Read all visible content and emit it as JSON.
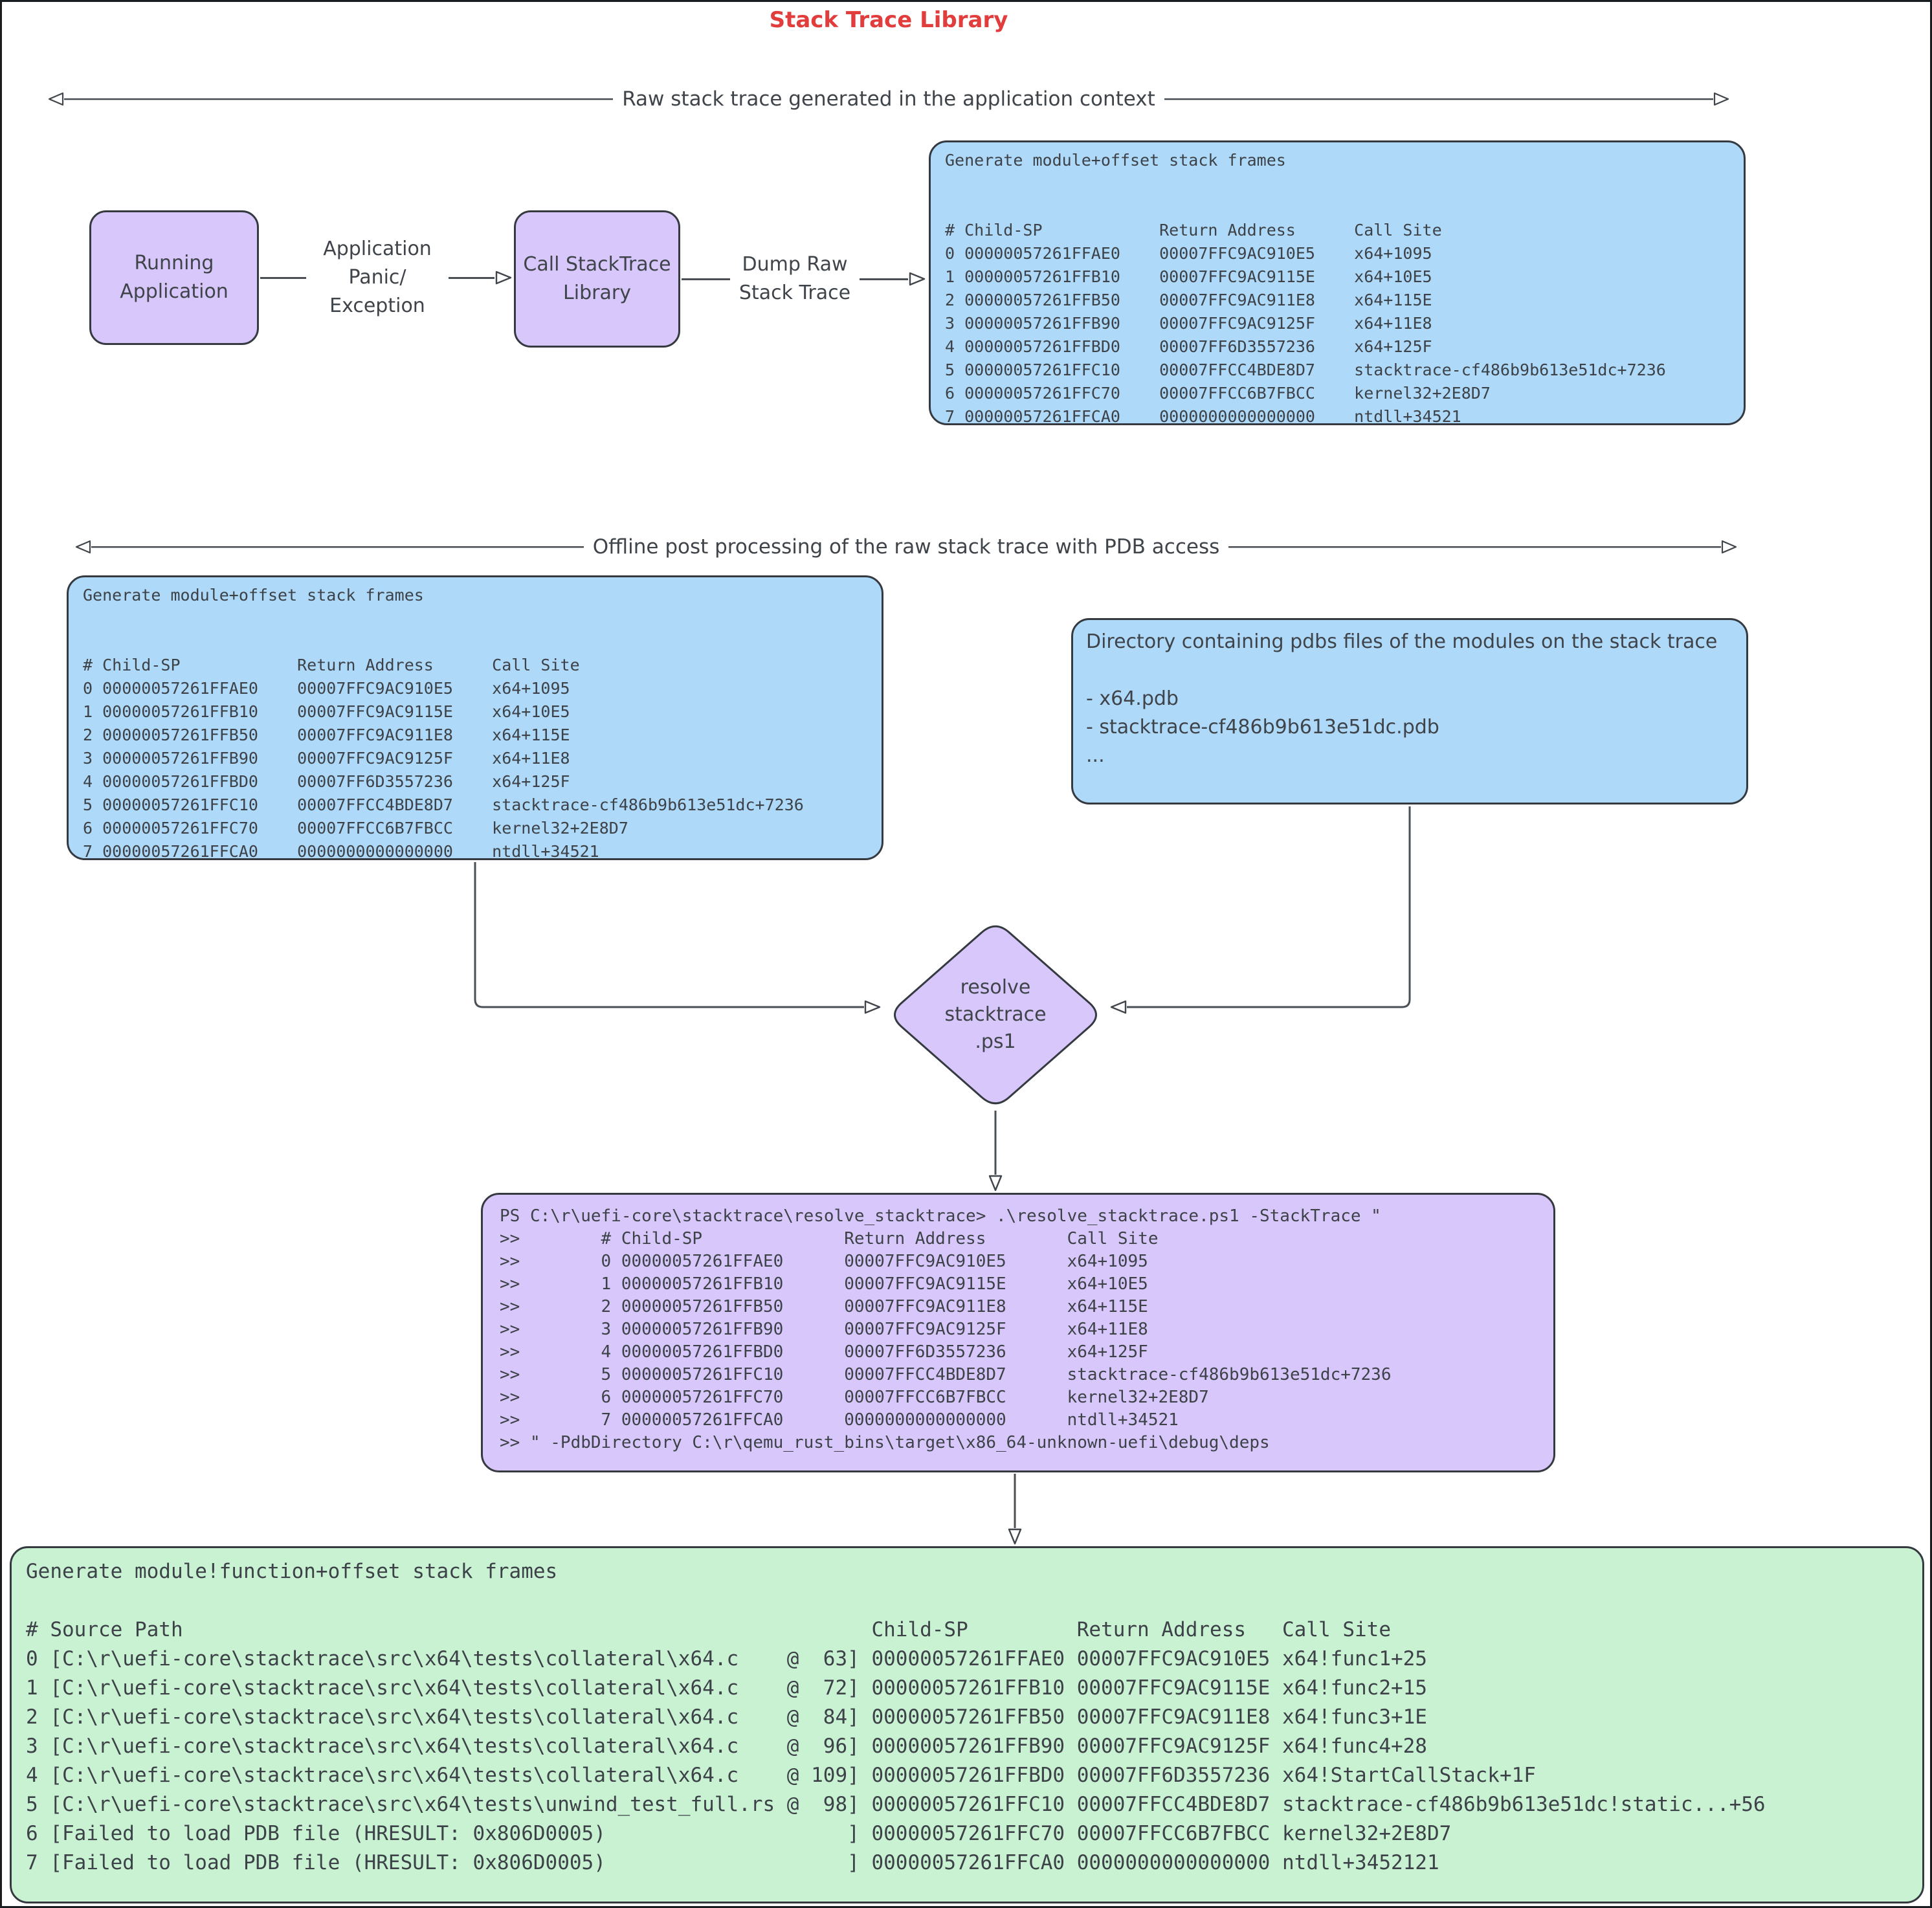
{
  "title": "Stack Trace Library",
  "sections": {
    "raw": "Raw stack trace generated in the application context",
    "offline": "Offline post processing of the raw stack trace with PDB access"
  },
  "flow": {
    "running_app": "Running Application",
    "panic_edge": "Application Panic/ Exception",
    "call_lib": "Call StackTrace Library",
    "dump_edge": "Dump Raw Stack Trace"
  },
  "trace_table": {
    "title": "Generate module+offset stack frames",
    "headers": [
      "#",
      "Child-SP",
      "Return Address",
      "Call Site"
    ],
    "rows": [
      [
        "0",
        "00000057261FFAE0",
        "00007FFC9AC910E5",
        "x64+1095"
      ],
      [
        "1",
        "00000057261FFB10",
        "00007FFC9AC9115E",
        "x64+10E5"
      ],
      [
        "2",
        "00000057261FFB50",
        "00007FFC9AC911E8",
        "x64+115E"
      ],
      [
        "3",
        "00000057261FFB90",
        "00007FFC9AC9125F",
        "x64+11E8"
      ],
      [
        "4",
        "00000057261FFBD0",
        "00007FF6D3557236",
        "x64+125F"
      ],
      [
        "5",
        "00000057261FFC10",
        "00007FFCC4BDE8D7",
        "stacktrace-cf486b9b613e51dc+7236"
      ],
      [
        "6",
        "00000057261FFC70",
        "00007FFCC6B7FBCC",
        "kernel32+2E8D7"
      ],
      [
        "7",
        "00000057261FFCA0",
        "0000000000000000",
        "ntdll+34521"
      ]
    ]
  },
  "pdb_box": {
    "text": "Directory containing pdbs files of the modules on the stack trace",
    "items": [
      "- x64.pdb",
      "- stacktrace-cf486b9b613e51dc.pdb",
      "..."
    ]
  },
  "diamond": {
    "label": "resolve\nstacktrace\n.ps1"
  },
  "terminal": {
    "prompt_line": "PS C:\\r\\uefi-core\\stacktrace\\resolve_stacktrace> .\\resolve_stacktrace.ps1 -StackTrace \"",
    "continuation_prefix": ">>",
    "closing_line": ">> \" -PdbDirectory C:\\r\\qemu_rust_bins\\target\\x86_64-unknown-uefi\\debug\\deps"
  },
  "resolved_table": {
    "title": "Generate module!function+offset stack frames",
    "headers": [
      "#",
      "Source Path",
      "Child-SP",
      "Return Address",
      "Call Site"
    ],
    "rows": [
      {
        "idx": "0",
        "source": "C:\\r\\uefi-core\\stacktrace\\src\\x64\\tests\\collateral\\x64.c",
        "line": "63",
        "child_sp": "00000057261FFAE0",
        "ret": "00007FFC9AC910E5",
        "site": "x64!func1+25"
      },
      {
        "idx": "1",
        "source": "C:\\r\\uefi-core\\stacktrace\\src\\x64\\tests\\collateral\\x64.c",
        "line": "72",
        "child_sp": "00000057261FFB10",
        "ret": "00007FFC9AC9115E",
        "site": "x64!func2+15"
      },
      {
        "idx": "2",
        "source": "C:\\r\\uefi-core\\stacktrace\\src\\x64\\tests\\collateral\\x64.c",
        "line": "84",
        "child_sp": "00000057261FFB50",
        "ret": "00007FFC9AC911E8",
        "site": "x64!func3+1E"
      },
      {
        "idx": "3",
        "source": "C:\\r\\uefi-core\\stacktrace\\src\\x64\\tests\\collateral\\x64.c",
        "line": "96",
        "child_sp": "00000057261FFB90",
        "ret": "00007FFC9AC9125F",
        "site": "x64!func4+28"
      },
      {
        "idx": "4",
        "source": "C:\\r\\uefi-core\\stacktrace\\src\\x64\\tests\\collateral\\x64.c",
        "line": "109",
        "child_sp": "00000057261FFBD0",
        "ret": "00007FF6D3557236",
        "site": "x64!StartCallStack+1F"
      },
      {
        "idx": "5",
        "source": "C:\\r\\uefi-core\\stacktrace\\src\\x64\\tests\\unwind_test_full.rs",
        "line": "98",
        "child_sp": "00000057261FFC10",
        "ret": "00007FFCC4BDE8D7",
        "site": "stacktrace-cf486b9b613e51dc!static...+56"
      },
      {
        "idx": "6",
        "source": "Failed to load PDB file (HRESULT: 0x806D0005)",
        "line": null,
        "child_sp": "00000057261FFC70",
        "ret": "00007FFCC6B7FBCC",
        "site": "kernel32+2E8D7"
      },
      {
        "idx": "7",
        "source": "Failed to load PDB file (HRESULT: 0x806D0005)",
        "line": null,
        "child_sp": "00000057261FFCA0",
        "ret": "0000000000000000",
        "site": "ntdll+3452121"
      }
    ]
  }
}
